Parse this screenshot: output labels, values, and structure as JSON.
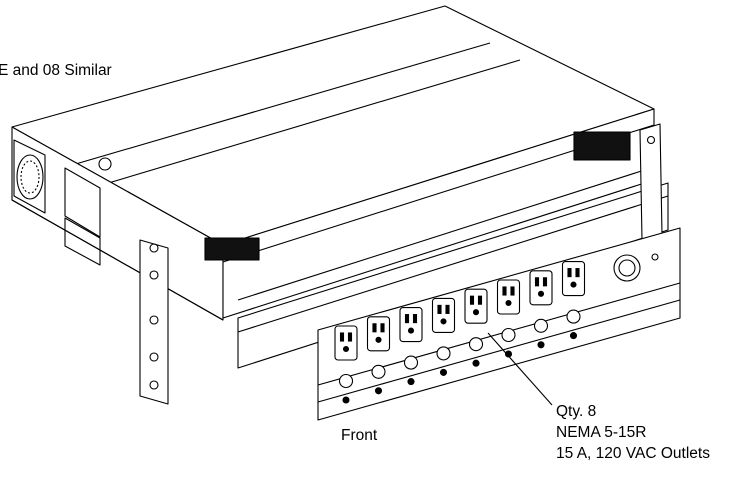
{
  "labels": {
    "similar_note": "E and 08 Similar",
    "front": "Front",
    "outlet_qty": "Qty. 8",
    "outlet_type": "NEMA 5-15R",
    "outlet_rating": "15 A, 120 VAC Outlets"
  },
  "drawing": {
    "outlet_count": 8,
    "line_color": "#000000",
    "background": "#ffffff"
  }
}
